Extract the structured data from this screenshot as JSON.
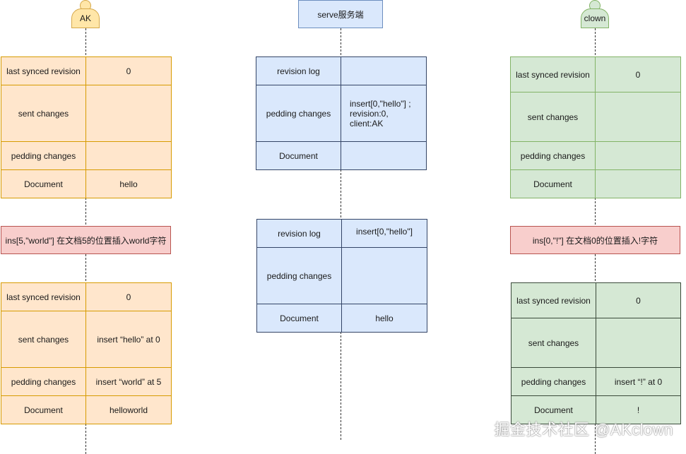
{
  "actors": {
    "ak": "AK",
    "server": "serve服务端",
    "clown": "clown"
  },
  "labels": {
    "last_synced": "last synced revision",
    "sent_changes": "sent changes",
    "pedding_changes": "pedding changes",
    "document": "Document",
    "revision_log": "revision log"
  },
  "ak_state1": {
    "last_synced": "0",
    "sent": "",
    "pedding": "",
    "document": "hello"
  },
  "ak_op": "ins[5,\"world\"]  在文档5的位置插入world字符",
  "ak_state2": {
    "last_synced": "0",
    "sent": "insert “hello” at 0",
    "pedding": "insert “world” at 5",
    "document": "helloworld"
  },
  "server_state1": {
    "revision_log": "",
    "pedding": [
      "insert[0,\"hello\"] ;",
      "revision:0,",
      "client:AK"
    ],
    "document": ""
  },
  "server_state2": {
    "revision_log": "insert[0,\"hello\"]",
    "pedding": "",
    "document": "hello"
  },
  "clown_state1": {
    "last_synced": "0",
    "sent": "",
    "pedding": "",
    "document": ""
  },
  "clown_op": "ins[0,\"!\"]  在文档0的位置插入!字符",
  "clown_state2": {
    "last_synced": "0",
    "sent": "",
    "pedding": "insert “!” at 0",
    "document": "!"
  },
  "watermark": "掘金技术社区 @AKclown"
}
